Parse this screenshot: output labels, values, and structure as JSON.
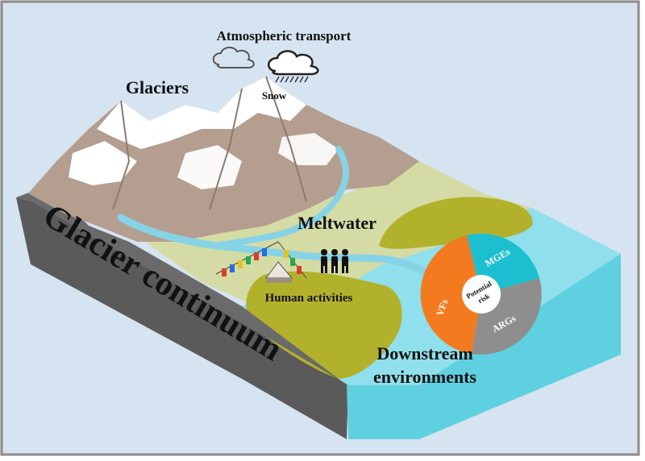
{
  "labels": {
    "atmospheric_transport": "Atmospheric transport",
    "snow": "Snow",
    "glaciers": "Glaciers",
    "meltwater": "Meltwater",
    "human_activities": "Human activities",
    "glacier_continuum": "Glacier continuum",
    "downstream_line1": "Downstream",
    "downstream_line2": "environments"
  },
  "risk_wheel": {
    "center": [
      "Potential",
      "risk"
    ],
    "segments": [
      {
        "label": "MGEs",
        "color": "#1bbfd0"
      },
      {
        "label": "ARGs",
        "color": "#8e8e8e"
      },
      {
        "label": "VFs",
        "color": "#f47a1f"
      }
    ]
  },
  "colors": {
    "background": "#d6e4f2",
    "water": "#8fe0ec",
    "river": "#86d3e6",
    "land_light": "#d5dba4",
    "land_olive": "#b2b12c",
    "rock_dark": "#6a6a6a",
    "mountain": "#b49e90",
    "snow": "#ffffff"
  },
  "icons": [
    "cloud-icon",
    "rain-cloud-icon",
    "people-icon",
    "prayer-flags-icon",
    "tent-icon"
  ]
}
